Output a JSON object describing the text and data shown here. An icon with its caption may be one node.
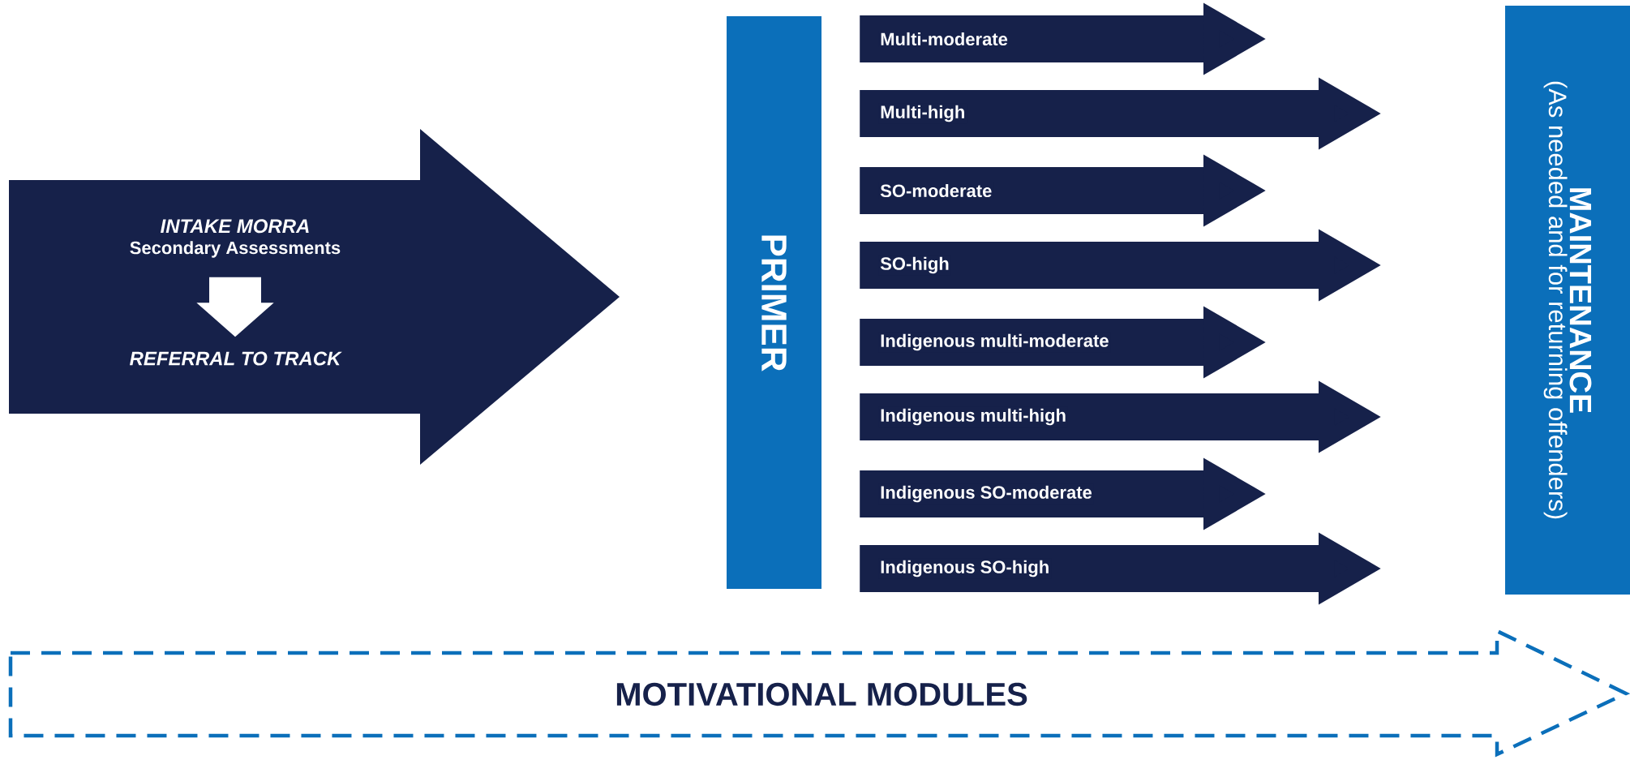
{
  "diagram": {
    "nodes": [
      {
        "text": [],
        "shape": "arrow"
      },
      {
        "text": [
          "INTAKE MORRA",
          "Secondary Assessments"
        ],
        "in": 0
      },
      {
        "text": [
          "REFERRAL TO TRACK"
        ],
        "in": 0
      },
      {
        "text": [
          "PRIMER"
        ]
      },
      {
        "text": [
          "MAINTENANCE",
          "(As needed and for returning offenders)"
        ]
      },
      {
        "text": [
          "MOTIVATIONAL MODULES"
        ]
      }
    ],
    "edges": [
      {
        "from": 1,
        "to": 2,
        "arrow": "to",
        "color": "#ffffff"
      },
      {
        "from": 3,
        "to": null,
        "arrow": "to",
        "label": "Multi-moderate"
      },
      {
        "from": 3,
        "to": null,
        "arrow": "to",
        "label": "Multi-high"
      },
      {
        "from": 3,
        "to": null,
        "arrow": "to",
        "label": "SO-moderate"
      },
      {
        "from": 3,
        "to": null,
        "arrow": "to",
        "label": "SO-high"
      },
      {
        "from": 3,
        "to": null,
        "arrow": "to",
        "label": "Indigenous multi-moderate"
      },
      {
        "from": 3,
        "to": null,
        "arrow": "to",
        "label": "Indigenous multi-high"
      },
      {
        "from": 3,
        "to": null,
        "arrow": "to",
        "label": "Indigenous SO-moderate"
      },
      {
        "from": 3,
        "to": null,
        "arrow": "to",
        "label": "Indigenous SO-high"
      }
    ]
  }
}
